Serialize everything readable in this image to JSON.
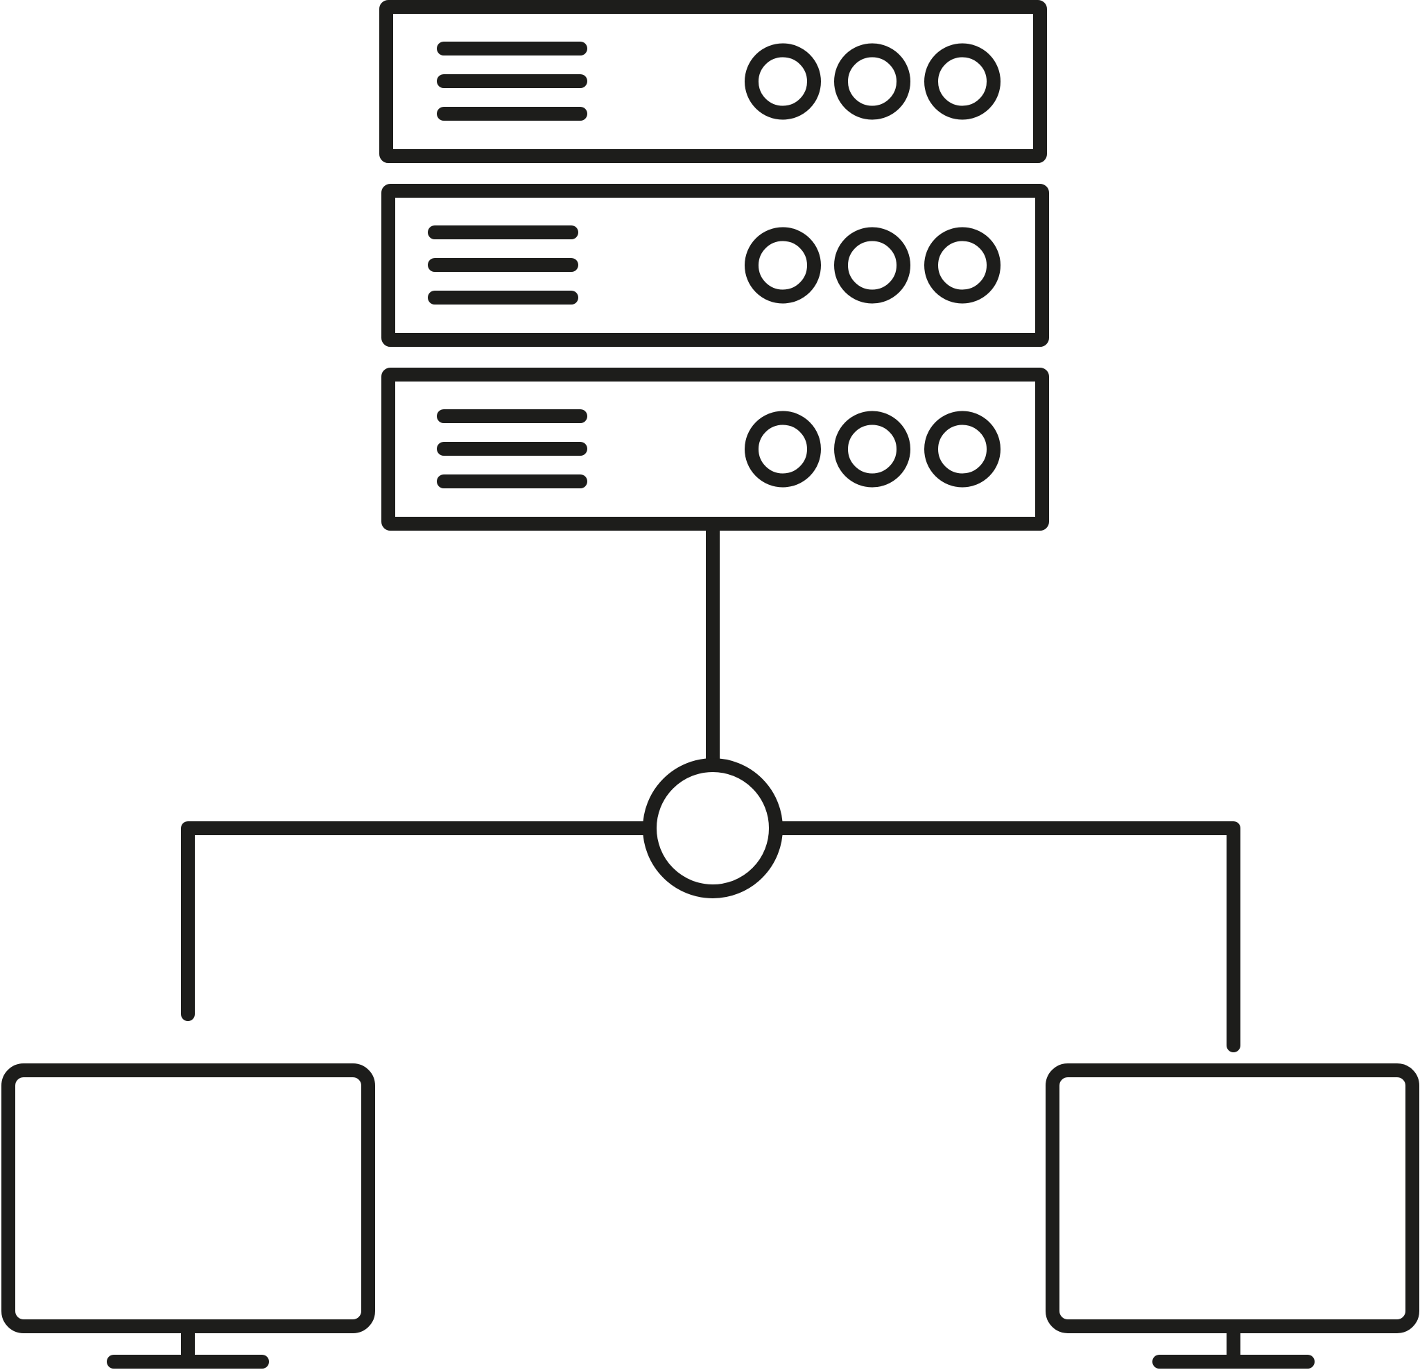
{
  "diagram": {
    "type": "network-topology-icon",
    "stroke_color": "#1d1d1b",
    "background_color": "#ffffff",
    "server_rack": {
      "icon": "server-rack-icon",
      "units": [
        {
          "name": "server-unit-1",
          "indicator_lines": 3,
          "status_lights": 3
        },
        {
          "name": "server-unit-2",
          "indicator_lines": 3,
          "status_lights": 3
        },
        {
          "name": "server-unit-3",
          "indicator_lines": 3,
          "status_lights": 3
        }
      ]
    },
    "hub": {
      "icon": "network-hub-icon",
      "shape": "circle"
    },
    "clients": [
      {
        "name": "client-monitor-left",
        "icon": "monitor-icon"
      },
      {
        "name": "client-monitor-right",
        "icon": "monitor-icon"
      }
    ],
    "connections": [
      {
        "from": "server-rack",
        "to": "hub"
      },
      {
        "from": "hub",
        "to": "client-monitor-left"
      },
      {
        "from": "hub",
        "to": "client-monitor-right"
      }
    ]
  }
}
